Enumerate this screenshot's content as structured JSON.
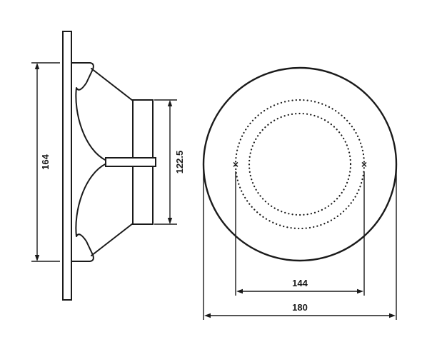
{
  "drawing": {
    "background": "#ffffff",
    "line_color": "#1a1a1a",
    "side_view": {
      "outer_diameter_label": "164",
      "rear_diameter_label": "122.5"
    },
    "front_view": {
      "screw_marker": "×",
      "bolt_circle_label": "144",
      "outer_diameter_label": "180"
    }
  }
}
